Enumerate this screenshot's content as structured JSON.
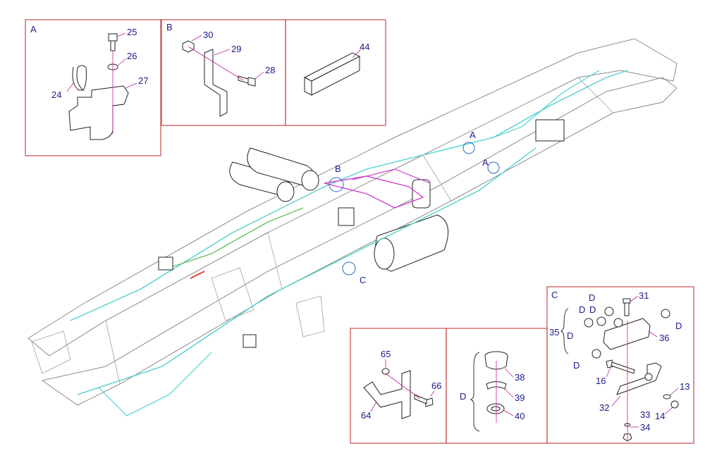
{
  "colors": {
    "panel_border": "#c84a4a",
    "callout_text": "#1a1a8c",
    "cyan_line": "#4fd0d0",
    "magenta_line": "#d040d0",
    "green_line": "#60c060",
    "leader_line": "#c0209a",
    "frame_outline": "#8a8a8a"
  },
  "main_view": {
    "callouts": {
      "a1": "A",
      "a2": "A",
      "b": "B",
      "c": "C"
    }
  },
  "panel_a": {
    "letter": "A",
    "labels": {
      "p25": "25",
      "p26": "26",
      "p24": "24",
      "p27": "27"
    }
  },
  "panel_b": {
    "letter": "B",
    "labels": {
      "p30": "30",
      "p29": "29",
      "p28": "28"
    }
  },
  "panel_44": {
    "labels": {
      "p44": "44"
    }
  },
  "panel_c": {
    "letter": "C",
    "labels": {
      "p31": "31",
      "p36": "36",
      "p35": "35",
      "p16": "16",
      "p13": "13",
      "p32": "32",
      "p33": "33",
      "p34": "34",
      "p14": "14",
      "d1": "D",
      "d2": "D",
      "d3": "D",
      "d4": "D",
      "d5": "D",
      "d6": "D"
    }
  },
  "panel_64": {
    "labels": {
      "p65": "65",
      "p66": "66",
      "p64": "64"
    }
  },
  "panel_d": {
    "labels": {
      "d": "D",
      "p38": "38",
      "p39": "39",
      "p40": "40"
    }
  }
}
